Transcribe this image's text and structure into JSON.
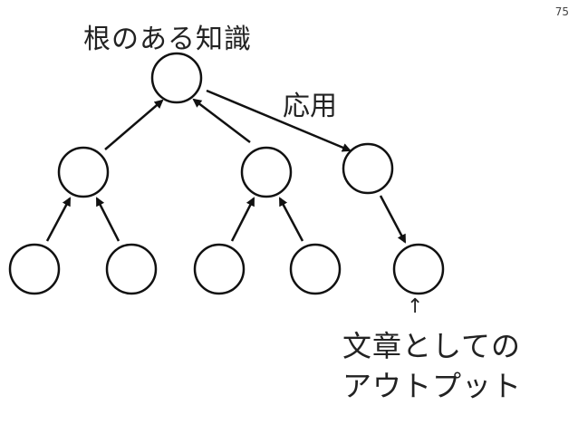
{
  "page_number": "75",
  "title": "根のある知識",
  "apply_label": "応用",
  "up_arrow": "↑",
  "output_label": {
    "line1": "文章としての",
    "line2": "アウトプット"
  },
  "colors": {
    "stroke": "#111111",
    "text": "#222222",
    "background": "#ffffff"
  }
}
